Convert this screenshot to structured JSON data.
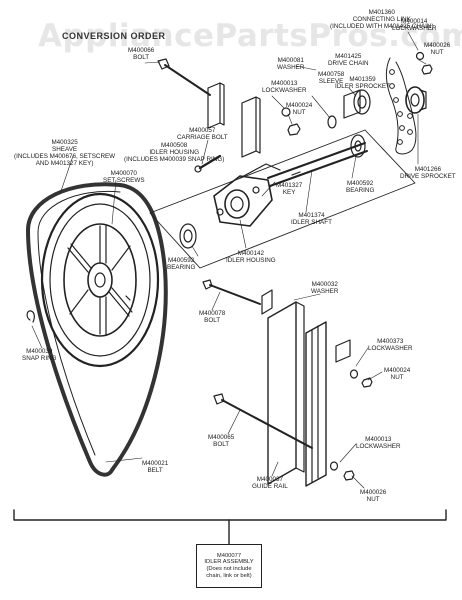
{
  "watermark": "AppliancePartsPros.com",
  "title": "CONVERSION ORDER",
  "parts": {
    "bolt_top": {
      "number": "M400066",
      "name": "BOLT"
    },
    "lockwasher_top": {
      "number": "M400014",
      "name": "LOCKWASHER"
    },
    "nut_top": {
      "number": "M400026",
      "name": "NUT"
    },
    "connecting_link": {
      "number": "M401360",
      "name": "CONNECTING LINK",
      "note": "(Included with M401425 CHAIN)"
    },
    "washer_upper": {
      "number": "M400081",
      "name": "WASHER"
    },
    "drive_chain": {
      "number": "M401425",
      "name": "DRIVE CHAIN"
    },
    "lockwasher_mid": {
      "number": "M400013",
      "name": "LOCKWASHER"
    },
    "sleeve": {
      "number": "M400758",
      "name": "SLEEVE"
    },
    "idler_sprocket": {
      "number": "M401359",
      "name": "IDLER SPROCKET"
    },
    "nut_mid": {
      "number": "M400024",
      "name": "NUT"
    },
    "carriage_bolt": {
      "number": "M400057",
      "name": "CARRIAGE BOLT"
    },
    "sheave": {
      "number": "M400325",
      "name": "SHEAVE",
      "note1": "(Includes M400676, SETSCREW",
      "note2": "AND M401327 KEY)"
    },
    "idler_housing_upper": {
      "number": "M400508",
      "name": "IDLER HOUSING",
      "note": "(Includes M400039 SNAP RING)"
    },
    "set_screws": {
      "number": "M400070",
      "name": "SET SCREWS"
    },
    "key": {
      "number": "M401327",
      "name": "KEY"
    },
    "bearing_right": {
      "number": "M400592",
      "name": "BEARING"
    },
    "drive_sprocket": {
      "number": "M401266",
      "name": "DRIVE SPROCKET"
    },
    "idler_shaft": {
      "number": "M401374",
      "name": "IDLER SHAFT"
    },
    "bearing_left": {
      "number": "M400592",
      "name": "BEARING"
    },
    "idler_housing_lower": {
      "number": "M400142",
      "name": "IDLER HOUSING"
    },
    "washer_lower": {
      "number": "M400032",
      "name": "WASHER"
    },
    "bolt_mid": {
      "number": "M400078",
      "name": "BOLT"
    },
    "snap_ring": {
      "number": "M400039",
      "name": "SNAP RING"
    },
    "lockwasher_right": {
      "number": "M400373",
      "name": "LOCKWASHER"
    },
    "nut_right": {
      "number": "M400024",
      "name": "NUT"
    },
    "bolt_lower": {
      "number": "M400065",
      "name": "BOLT"
    },
    "lockwasher_lower": {
      "number": "M400013",
      "name": "LOCKWASHER"
    },
    "belt": {
      "number": "M400021",
      "name": "BELT"
    },
    "guide_rail": {
      "number": "M400037",
      "name": "GUIDE RAIL"
    },
    "nut_lower": {
      "number": "M400026",
      "name": "NUT"
    }
  },
  "assembly": {
    "number": "M400077",
    "name": "IDLER ASSEMBLY",
    "note1": "(Does not include",
    "note2": "chain, link or belt)"
  }
}
